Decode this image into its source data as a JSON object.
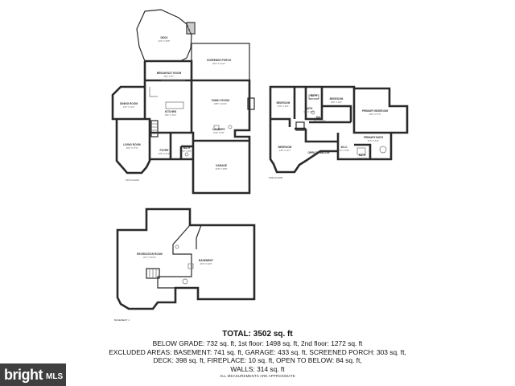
{
  "floors": {
    "first": {
      "label": "1ST FLOOR",
      "rooms": [
        {
          "name": "DECK",
          "dims": "23'2\" X 30'8\""
        },
        {
          "name": "SCREENED PORCH",
          "dims": "20'4\" X 14'11\""
        },
        {
          "name": "BREAKFAST ROOM",
          "dims": "11'9\" X 8'7\""
        },
        {
          "name": "DINING ROOM",
          "dims": "14'3\" X 13'2\""
        },
        {
          "name": "KITCHEN",
          "dims": "16'6\" X 13'1\""
        },
        {
          "name": "FAMILY ROOM",
          "dims": "18'8\" X 16'11\""
        },
        {
          "name": "LIVING ROOM",
          "dims": "15'5\" X 17'9\""
        },
        {
          "name": "FOYER",
          "dims": "10'6\" X 11'0\""
        },
        {
          "name": "LAUNDRY",
          "dims": "8'10\" X 6'8\""
        },
        {
          "name": "BATH",
          "dims": "5'4\" X 5'8\""
        },
        {
          "name": "GARAGE",
          "dims": "21'8\" X 20'8\""
        }
      ]
    },
    "second": {
      "label": "2ND FLOOR",
      "rooms": [
        {
          "name": "BEDROOM",
          "dims": "13'6\" X 14'1\""
        },
        {
          "name": "BATH",
          "dims": "10'4\" X 5'1\""
        },
        {
          "name": "BEDROOM",
          "dims": "13'6\" X 11'4\""
        },
        {
          "name": "PRIMARY BEDROOM",
          "dims": "18'0\" X 17'0\""
        },
        {
          "name": "HALL",
          "dims": "15'7\" X 6'10\""
        },
        {
          "name": "BATH",
          "dims": "9'2\" X 10'6\""
        },
        {
          "name": "BEDROOM",
          "dims": "13'8\" X 13'7\""
        },
        {
          "name": "OPEN TO BELOW",
          "dims": ""
        },
        {
          "name": "W.I.C.",
          "dims": "7'2\" X 6'11\""
        },
        {
          "name": "PRIMARY BATH",
          "dims": "11'5\" X 8'11\""
        },
        {
          "name": "BATH",
          "dims": "5'6\" X 4'6\""
        }
      ]
    },
    "basement": {
      "label": "BASEMENT 1",
      "rooms": [
        {
          "name": "RECREATION ROOM",
          "dims": "29'7\" X 26'11\""
        },
        {
          "name": "BASEMENT",
          "dims": "26'2\" X 24'0\""
        }
      ]
    }
  },
  "summary": {
    "total": "TOTAL: 3502 sq. ft",
    "line1": "BELOW GRADE: 732 sq. ft, 1st floor: 1498 sq. ft, 2nd floor: 1272 sq. ft",
    "line2": "EXCLUDED AREAS: BASEMENT: 741 sq. ft, GARAGE: 433 sq. ft, SCREENED PORCH: 303 sq. ft,",
    "line3": "DECK: 398 sq. ft, FIREPLACE: 10 sq. ft, OPEN TO BELOW: 84 sq. ft,",
    "line4": "WALLS: 314 sq. ft",
    "note": "ALL MEASUREMENTS ARE APPROXIMATE"
  },
  "watermark": {
    "brand": "bright",
    "suffix": "MLS"
  },
  "colors": {
    "wall": "#2a2a2a",
    "badge_bg": "#3f3f3f"
  }
}
